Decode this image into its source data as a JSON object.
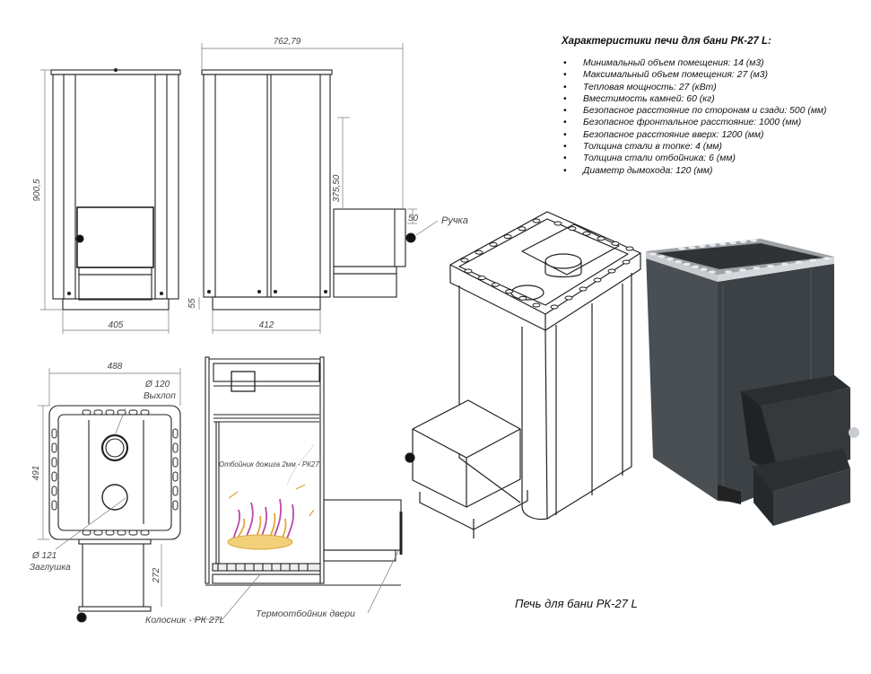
{
  "specs": {
    "title": "Характеристики печи для бани РК-27 L:",
    "items": [
      "Минимальный  объем помещения: 14 (м3)",
      "Максимальный объем помещения: 27 (м3)",
      "Тепловая мощность: 27 (кВт)",
      "Вместимость камней: 60 (кг)",
      "Безопасное расстояние по сторонам и сзади: 500 (мм)",
      "Безопасное фронтальное расстояние: 1000 (мм)",
      "Безопасное расстояние вверх: 1200 (мм)",
      "Толщина стали в топке: 4 (мм)",
      "Толщина стали отбойника: 6 (мм)",
      "Диаметр дымохода: 120 (мм)"
    ]
  },
  "caption": "Печь для бани РК-27 L",
  "labels": {
    "dim_width_total": "762,79",
    "dim_height": "900,5",
    "dim_door_height": "375,50",
    "dim_handle": "50",
    "handle": "Ручка",
    "dim_legs": "55",
    "dim_front_width": "405",
    "dim_side_depth": "412",
    "dim_top_width": "488",
    "dim_top_depth": "491",
    "exhaust_diam": "Ø 120",
    "exhaust": "Выхлоп",
    "plug_diam": "Ø 121",
    "plug": "Заглушка",
    "dim_grate_height": "272",
    "afterburner": "Отбойник дожига 2мм - РК27",
    "grate": "Колосник - РК 27L",
    "door_shield": "Термоотбойник двери"
  }
}
